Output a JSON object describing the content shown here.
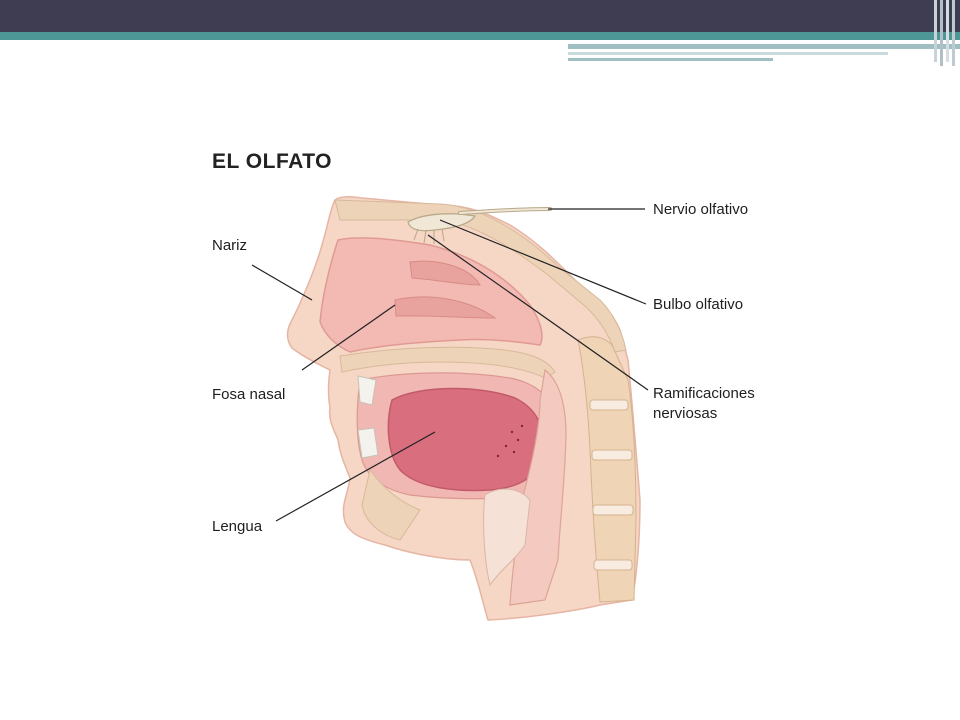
{
  "slide": {
    "colors": {
      "top_bar": "#3f3d52",
      "accent_bar": "#4e9797"
    }
  },
  "diagram": {
    "title": "EL OLFATO",
    "labels": {
      "nariz": "Nariz",
      "fosa_nasal": "Fosa nasal",
      "lengua": "Lengua",
      "nervio_olfativo": "Nervio olfativo",
      "bulbo_olfativo": "Bulbo olfativo",
      "ramificaciones_line1": "Ramificaciones",
      "ramificaciones_line2": "nerviosas"
    }
  }
}
